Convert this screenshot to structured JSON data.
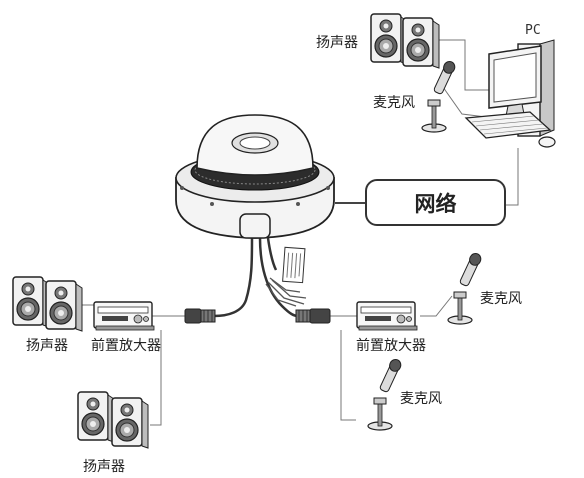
{
  "labels": {
    "pc": "PC",
    "network": "网络",
    "speaker_top": "扬声器",
    "mic_top": "麦克风",
    "speaker_left": "扬声器",
    "preamp_left": "前置放大器",
    "speaker_bottom": "扬声器",
    "preamp_right": "前置放大器",
    "mic_right": "麦克风",
    "mic_bottom": "麦克风"
  }
}
